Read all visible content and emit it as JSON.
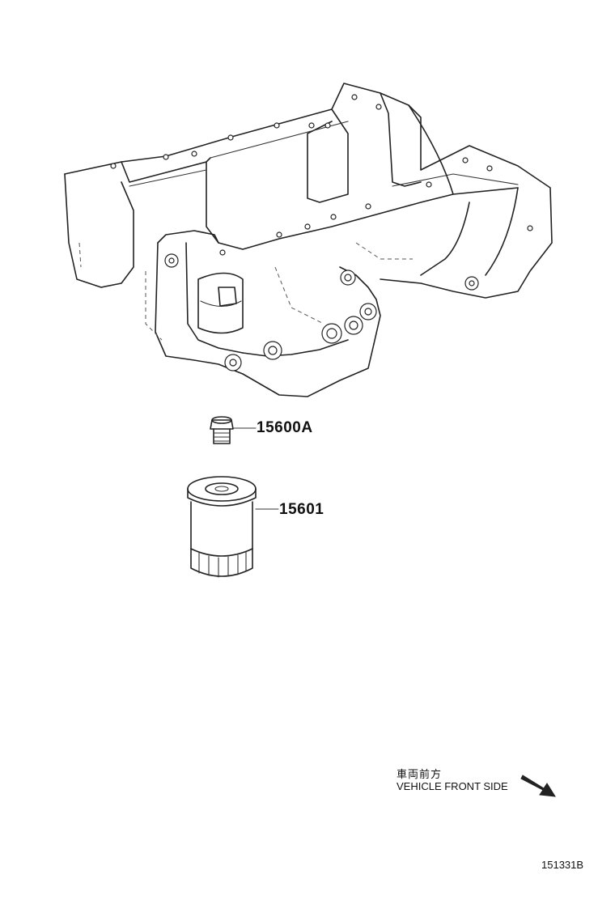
{
  "parts": {
    "drain_plug": {
      "number": "15600A"
    },
    "oil_filter": {
      "number": "15601"
    }
  },
  "orientation": {
    "japanese": "車両前方",
    "english": "VEHICLE FRONT SIDE",
    "arrow_icon": "arrow-down-right-icon"
  },
  "figure_number": "151331B"
}
